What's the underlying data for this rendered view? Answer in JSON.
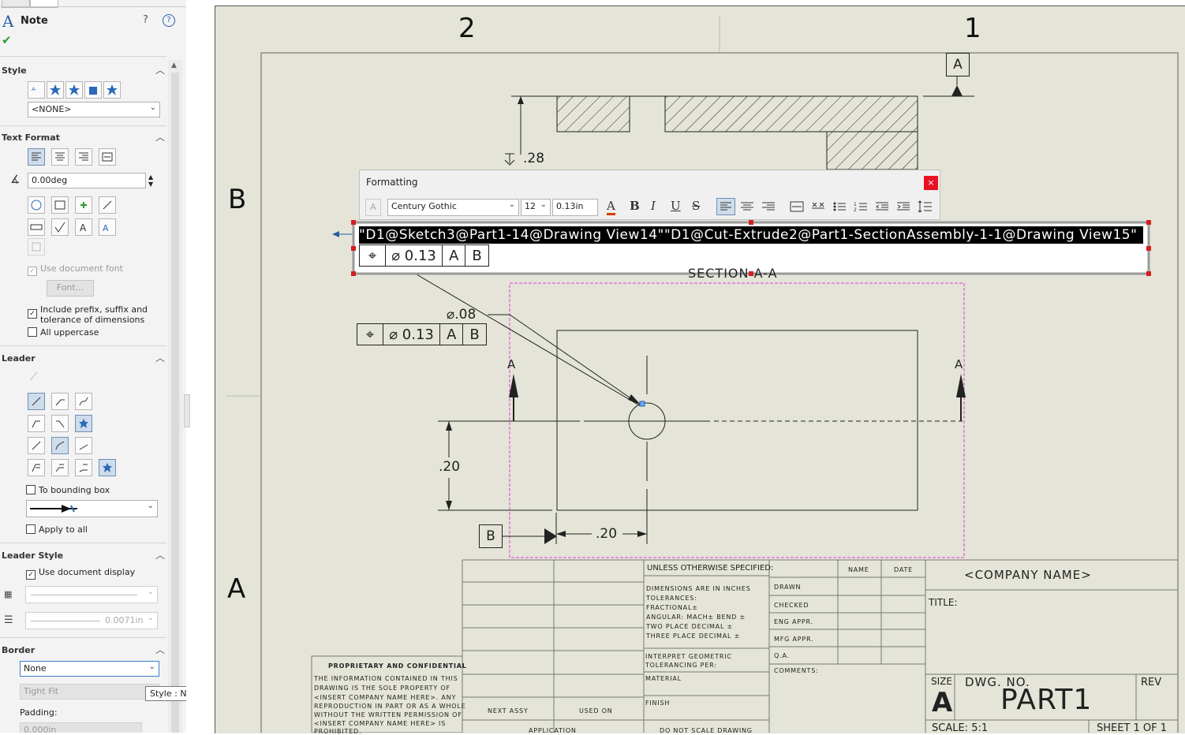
{
  "panel": {
    "title": "Note",
    "sections": {
      "style": "Style",
      "text_format": "Text Format",
      "leader": "Leader",
      "leader_style": "Leader Style",
      "border": "Border"
    },
    "style_select": "<NONE>",
    "angle_value": "0.00deg",
    "use_document_font": "Use document font",
    "font_button": "Font...",
    "include_prefix": "Include prefix, suffix and tolerance of dimensions",
    "all_uppercase": "All uppercase",
    "to_bounding_box": "To bounding box",
    "apply_to_all": "Apply to all",
    "use_document_display": "Use document display",
    "line_thickness": "0.0071in",
    "border_select": "None",
    "border_size": "Tight Fit",
    "padding_label": "Padding:",
    "padding_value": "0.000in",
    "tooltip": "Style : None"
  },
  "formatting": {
    "title": "Formatting",
    "font": "Century Gothic",
    "size": "12",
    "height": "0.13in",
    "close": "×"
  },
  "drawing": {
    "zones_top": [
      "2",
      "1"
    ],
    "zones_side": [
      "B",
      "A"
    ],
    "note_text": "\"D1@Sketch3@Part1-14@Drawing View14\"\"D1@Cut-Extrude2@Part1-SectionAssembly-1-1@Drawing View15\"",
    "section_label": "SECTION A-A",
    "depth_dim": ".28",
    "hole_dim": "⌀.08",
    "dim_v": ".20",
    "dim_h": ".20",
    "fcf_tol": "⌀ 0.13",
    "datum_a": "A",
    "datum_b": "B",
    "section_a": "A"
  },
  "title_block": {
    "unless": "UNLESS OTHERWISE SPECIFIED:",
    "dims_lines": [
      "DIMENSIONS ARE IN INCHES",
      "TOLERANCES:",
      "FRACTIONAL±",
      "ANGULAR: MACH±   BEND ±",
      "TWO PLACE DECIMAL   ±",
      "THREE PLACE DECIMAL  ±"
    ],
    "interpret": [
      "INTERPRET GEOMETRIC",
      "TOLERANCING PER:"
    ],
    "material": "MATERIAL",
    "finish": "FINISH",
    "name": "NAME",
    "date": "DATE",
    "roles": [
      "DRAWN",
      "CHECKED",
      "ENG APPR.",
      "MFG APPR.",
      "Q.A."
    ],
    "comments": "COMMENTS:",
    "company": "<COMPANY NAME>",
    "title": "TITLE:",
    "size_label": "SIZE",
    "size_value": "A",
    "dwg_no_label": "DWG.  NO.",
    "dwg_no": "PART1",
    "rev": "REV",
    "scale": "SCALE: 5:1",
    "sheet": "SHEET 1 OF 1",
    "next_assy": "NEXT ASSY",
    "used_on": "USED ON",
    "application": "APPLICATION",
    "do_not_scale": "DO NOT SCALE DRAWING",
    "proprietary": "PROPRIETARY AND CONFIDENTIAL",
    "prop_lines": [
      "THE INFORMATION CONTAINED IN THIS",
      "DRAWING IS THE SOLE PROPERTY OF",
      "<INSERT COMPANY NAME HERE>. ANY",
      "REPRODUCTION IN PART OR AS A WHOLE",
      "WITHOUT THE WRITTEN PERMISSION OF",
      "<INSERT COMPANY NAME HERE> IS",
      "PROHIBITED."
    ]
  }
}
